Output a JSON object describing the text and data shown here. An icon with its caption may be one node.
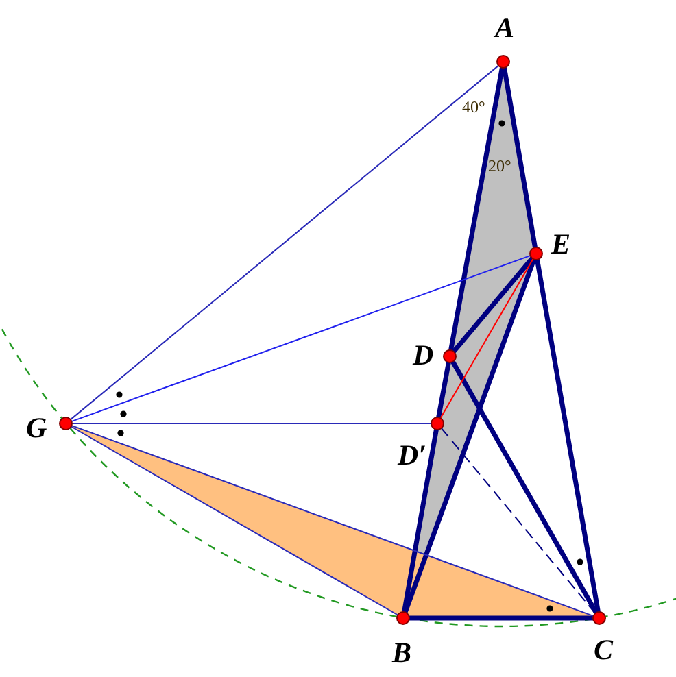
{
  "diagram": {
    "nodes": [
      {
        "text": [
          "A"
        ]
      },
      {
        "text": [
          "E"
        ]
      },
      {
        "text": [
          "D"
        ]
      },
      {
        "text": [
          "D′"
        ]
      },
      {
        "text": [
          "G"
        ]
      },
      {
        "text": [
          "B"
        ]
      },
      {
        "text": [
          "C"
        ]
      }
    ],
    "edges": [
      {
        "from": 0,
        "to": 2,
        "arrow": "none"
      },
      {
        "from": 2,
        "to": 3,
        "arrow": "none"
      },
      {
        "from": 3,
        "to": 5,
        "arrow": "none"
      },
      {
        "from": 0,
        "to": 1,
        "arrow": "none"
      },
      {
        "from": 1,
        "to": 6,
        "arrow": "none"
      },
      {
        "from": 1,
        "to": 5,
        "arrow": "none"
      },
      {
        "from": 2,
        "to": 1,
        "arrow": "none"
      },
      {
        "from": 2,
        "to": 6,
        "arrow": "none"
      },
      {
        "from": 5,
        "to": 6,
        "arrow": "none"
      },
      {
        "from": 4,
        "to": 0,
        "arrow": "none",
        "color": "#2a2ab8"
      },
      {
        "from": 4,
        "to": 1,
        "arrow": "none",
        "color": "#2020ee"
      },
      {
        "from": 4,
        "to": 3,
        "arrow": "none",
        "color": "#2a2ab8"
      },
      {
        "from": 4,
        "to": 5,
        "arrow": "none",
        "color": "#2a2ab8"
      },
      {
        "from": 4,
        "to": 6,
        "arrow": "none",
        "color": "#2a2ab8"
      },
      {
        "from": 3,
        "to": 1,
        "arrow": "none",
        "color": "#ff0000"
      },
      {
        "from": 3,
        "to": 6,
        "arrow": "none",
        "style": "dashed"
      }
    ],
    "labels": [
      "40°",
      "20°"
    ]
  }
}
